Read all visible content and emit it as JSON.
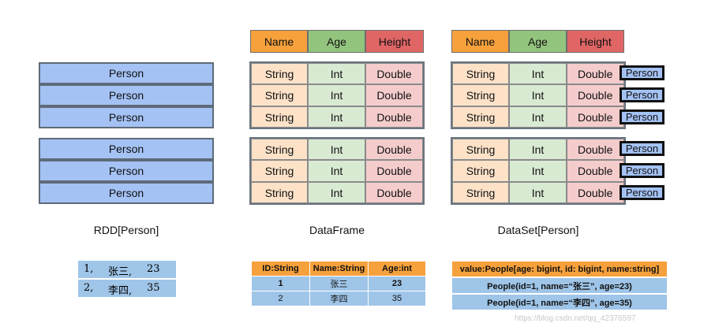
{
  "rdd": {
    "rows": [
      "Person",
      "Person",
      "Person",
      "Person",
      "Person",
      "Person"
    ],
    "caption": "RDD[Person]",
    "sample": [
      {
        "num": "1,",
        "name": "张三,",
        "age": "23"
      },
      {
        "num": "2,",
        "name": "李四,",
        "age": "35"
      }
    ]
  },
  "dataframe": {
    "headers": [
      "Name",
      "Age",
      "Height"
    ],
    "row": [
      "String",
      "Int",
      "Double"
    ],
    "caption": "DataFrame",
    "table": {
      "headers": [
        "ID:String",
        "Name:String",
        "Age:int"
      ],
      "rows": [
        [
          "1",
          "张三",
          "23"
        ],
        [
          "2",
          "李四",
          "35"
        ]
      ]
    }
  },
  "dataset": {
    "headers": [
      "Name",
      "Age",
      "Height"
    ],
    "row": [
      "String",
      "Int",
      "Double"
    ],
    "tag": "Person",
    "caption": "DataSet[Person]",
    "table": {
      "header": "value:People[age: bigint, id: bigint, name:string]",
      "rows": [
        "People(id=1, name=“张三”, age=23)",
        "People(id=1, name=“李四”, age=35)"
      ]
    }
  },
  "watermark": "https://blog.csdn.net/qq_42376597",
  "colors": {
    "name_header": "#f6a13c",
    "age_header": "#93c47d",
    "height_header": "#e06666",
    "string": "#fde2c8",
    "int": "#d9ead3",
    "double": "#f4cccc",
    "person": "#a4c2f4",
    "table_header": "#f6a13c",
    "table_row": "#9fc5e8"
  }
}
